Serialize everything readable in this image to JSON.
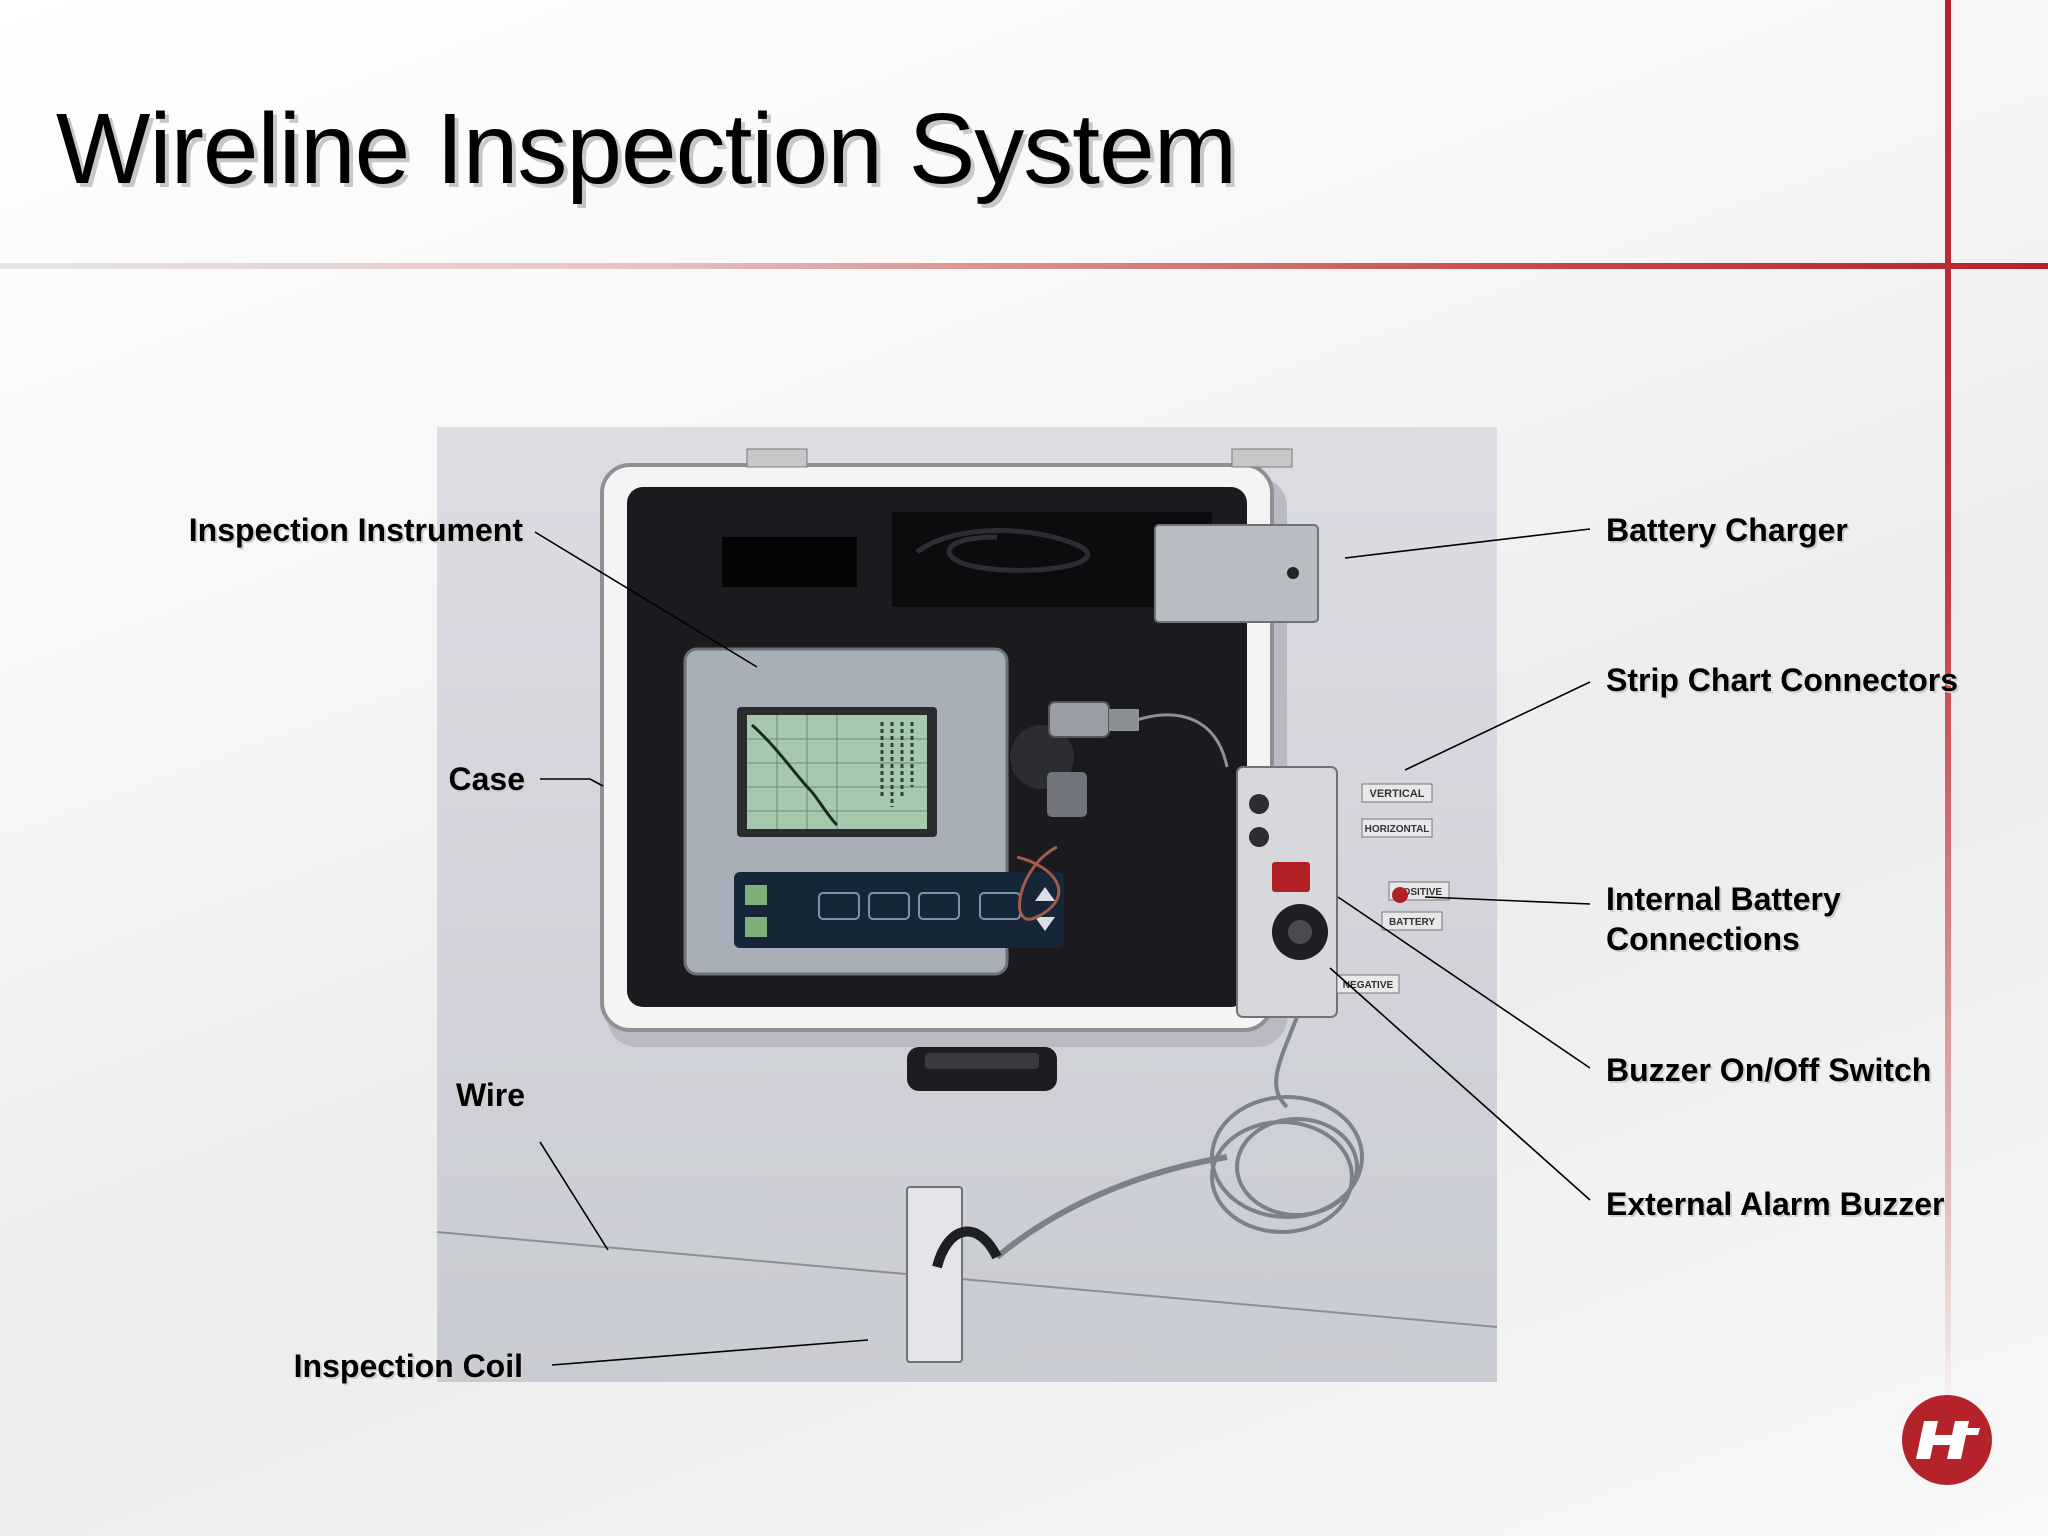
{
  "slide": {
    "title": "Wireline Inspection System"
  },
  "labels": {
    "inspection_instrument": "Inspection Instrument",
    "case": "Case",
    "wire": "Wire",
    "inspection_coil": "Inspection Coil",
    "battery_charger": "Battery Charger",
    "strip_chart_connectors": "Strip Chart Connectors",
    "internal_battery_line1": "Internal Battery",
    "internal_battery_line2": "Connections",
    "buzzer_switch": "Buzzer On/Off Switch",
    "external_alarm_buzzer": "External Alarm Buzzer"
  },
  "panel_labels": {
    "vertical": "VERTICAL",
    "horizontal": "HORIZONTAL",
    "positive": "POSITIVE",
    "battery": "BATTERY",
    "negative": "NEGATIVE"
  },
  "colors": {
    "accent_red": "#b5232a",
    "case_interior": "#1a1a1e",
    "instrument_body": "#a9afb8",
    "screen": "#a6c9ae"
  },
  "icons": {
    "logo": "company-logo-icon"
  }
}
